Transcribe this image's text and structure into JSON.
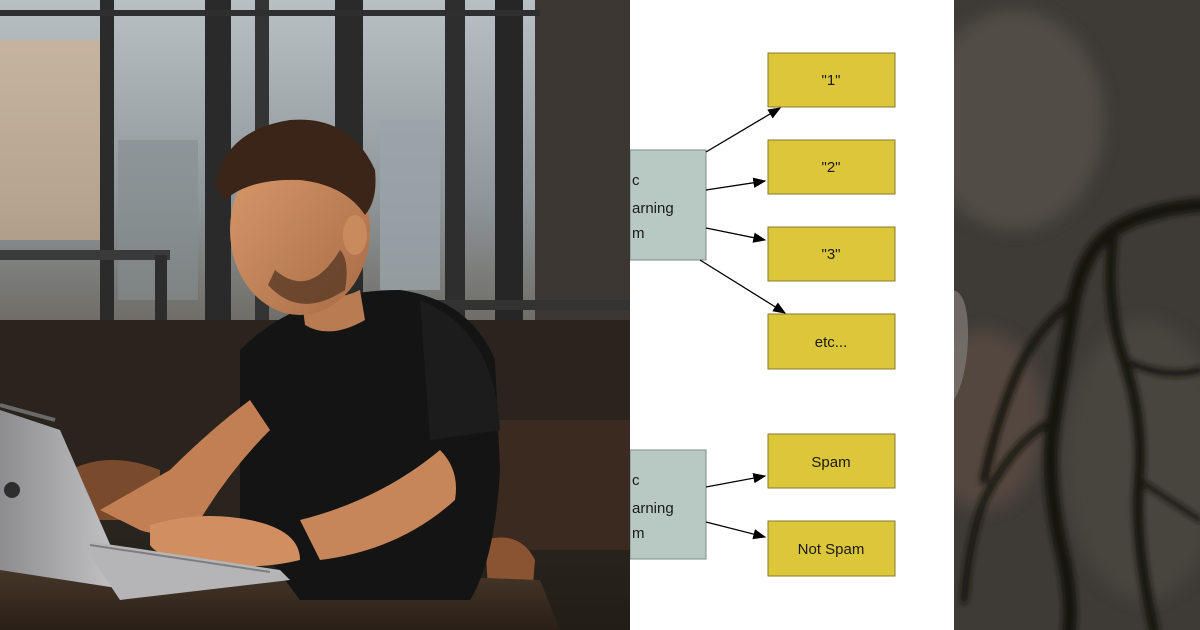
{
  "diagram": {
    "top_classifier": {
      "lines": [
        "c",
        "arning",
        "m"
      ]
    },
    "bottom_classifier": {
      "lines": [
        "c",
        "arning",
        "m"
      ]
    },
    "top_outputs": [
      "\"1\"",
      "\"2\"",
      "\"3\"",
      "etc..."
    ],
    "bottom_outputs": [
      "Spam",
      "Not Spam"
    ],
    "colors": {
      "output_box": "#dcc63a",
      "classifier_box": "#b7c9c2",
      "arrow": "#000000"
    }
  }
}
